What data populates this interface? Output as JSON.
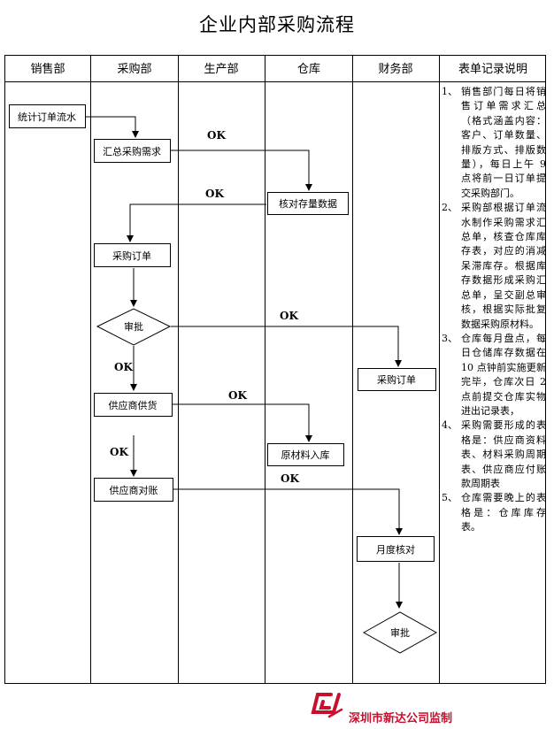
{
  "title": "企业内部采购流程",
  "columns": [
    "销售部",
    "采购部",
    "生产部",
    "仓库",
    "财务部",
    "表单记录说明"
  ],
  "nodes": {
    "sales_stats": "统计订单流水",
    "summary_demand": "汇总采购需求",
    "check_stock": "核对存量数据",
    "purchase_order": "采购订单",
    "approve_1": "审批",
    "finance_order": "采购订单",
    "supplier_supply": "供应商供货",
    "material_in": "原材料入库",
    "supplier_reconcile": "供应商对账",
    "monthly_check": "月度核对",
    "approve_2": "审批"
  },
  "ok_label": "OK",
  "notes": [
    {
      "num": "1、",
      "text": "销售部门每日将销售订单需求汇总（格式涵盖内容：客户、订单数量、排版方式、排版数量），每日上午 9 点将前一日订单提交采购部门。"
    },
    {
      "num": "2、",
      "text": "采购部根据订单流水制作采购需求汇总单，核查仓库库存表，对应的消减呆滞库存。根据库存数据形成采购汇总单，呈交副总审核，根据实际批复数据采购原材料。"
    },
    {
      "num": "3、",
      "text": "仓库每月盘点，每日仓储库存数据在 10 点钟前实施更新完毕，仓库次日 2 点前提交仓库实物进出记录表，"
    },
    {
      "num": "4、",
      "text": "采购需要形成的表格是：供应商资料表、材料采购周期表、供应商应付账款周期表"
    },
    {
      "num": "5、",
      "text": "仓库需要晚上的表格是：仓库库存表。"
    }
  ],
  "watermark": {
    "text": "深圳市新达公司监制",
    "logo_color": "#c8102e"
  }
}
